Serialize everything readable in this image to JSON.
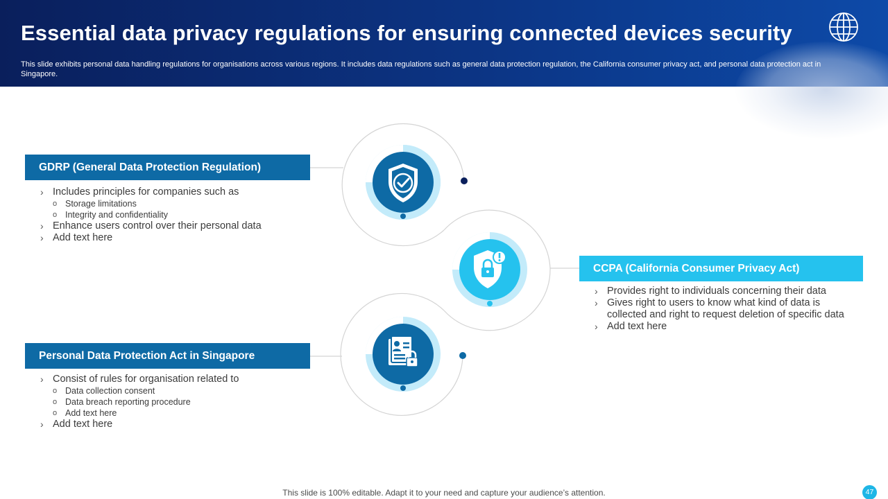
{
  "header": {
    "title": "Essential data privacy regulations for ensuring connected devices security",
    "subtitle": "This slide exhibits personal data handling regulations for organisations across various regions. It includes data regulations such as general data protection regulation, the California consumer privacy act, and personal data protection act in Singapore."
  },
  "colors": {
    "header_dark": "#0a1f5c",
    "primary_blue": "#0e6aa5",
    "cyan": "#25c2ee",
    "light_cyan": "#bfe9f9"
  },
  "icons": {
    "header": "globe-icon",
    "gdpr": "shield-check-icon",
    "ccpa": "shield-lock-alert-icon",
    "pdpa": "document-lock-icon"
  },
  "gdpr": {
    "title": "GDRP (General Data Protection Regulation)",
    "point1": "Includes principles for companies such as",
    "sub1": "Storage limitations",
    "sub2": "Integrity and confidentiality",
    "point2": "Enhance users control over their personal data",
    "point3": "Add text here"
  },
  "ccpa": {
    "title": "CCPA (California Consumer Privacy Act)",
    "point1": "Provides right to individuals concerning their data",
    "point2_line1": "Gives right to users to know what kind of data is",
    "point2_line2": "collected and right to request deletion of specific data",
    "point3": "Add text here"
  },
  "pdpa": {
    "title": "Personal Data Protection Act in Singapore",
    "point1": "Consist of rules for organisation related to",
    "sub1": "Data collection consent",
    "sub2": "Data breach reporting procedure",
    "sub3": "Add text here",
    "point2": "Add text here"
  },
  "footer": {
    "note": "This slide is 100% editable. Adapt it to your need and capture your audience’s attention.",
    "page_number": "47"
  }
}
